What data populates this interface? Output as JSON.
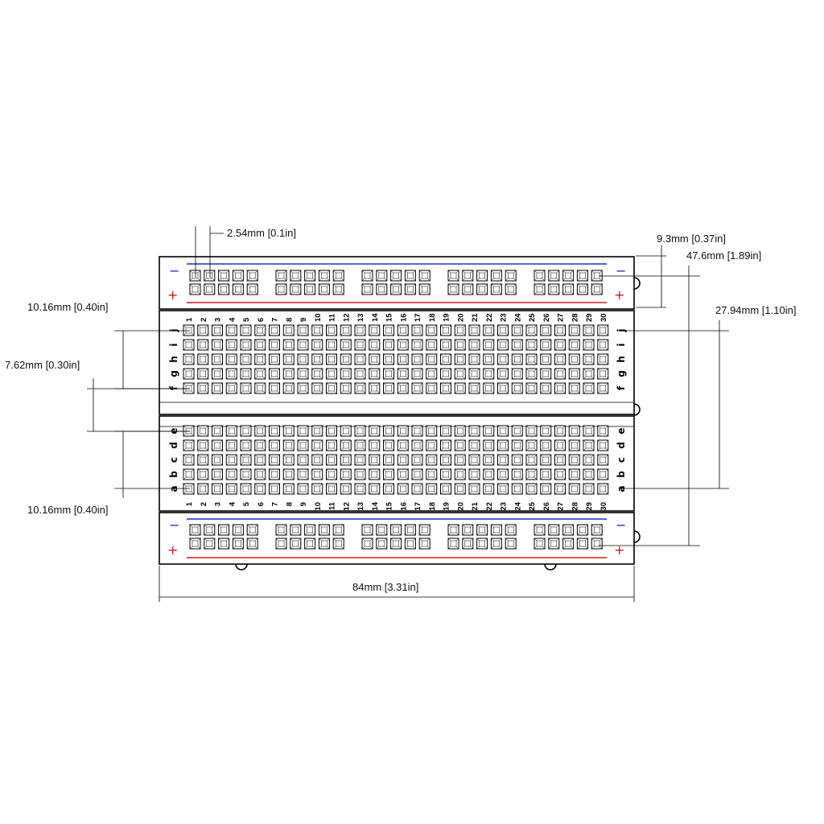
{
  "dimensions": {
    "pitch": "2.54mm [0.1in]",
    "rail_spacing": "9.3mm [0.37in]",
    "total_height": "47.6mm [1.89in]",
    "top_row_offset": "10.16mm [0.40in]",
    "inner_span": "27.94mm [1.10in]",
    "center_gap": "7.62mm [0.30in]",
    "bottom_row_offset": "10.16mm [0.40in]",
    "total_width": "84mm [3.31in]"
  },
  "rails": {
    "minus": "−",
    "plus": "+",
    "blue": "#1f2fb8",
    "red": "#d11a1a"
  },
  "top_letters": [
    "j",
    "i",
    "h",
    "g",
    "f"
  ],
  "bottom_letters": [
    "e",
    "d",
    "c",
    "b",
    "a"
  ],
  "columns": [
    "1",
    "2",
    "3",
    "4",
    "5",
    "6",
    "7",
    "8",
    "9",
    "10",
    "11",
    "12",
    "13",
    "14",
    "15",
    "16",
    "17",
    "18",
    "19",
    "20",
    "21",
    "22",
    "23",
    "24",
    "25",
    "26",
    "27",
    "28",
    "29",
    "30"
  ]
}
